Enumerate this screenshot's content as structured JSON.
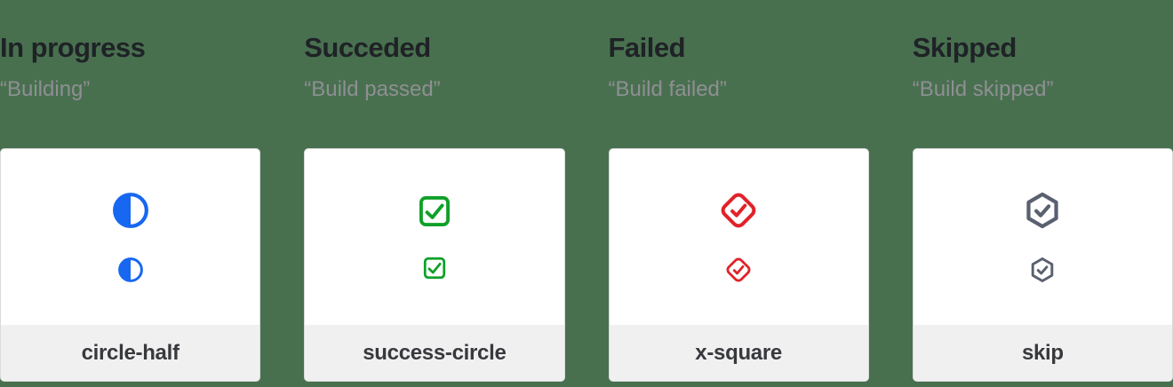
{
  "page": {
    "background_color": "#48704F",
    "card_background": "#FFFFFF",
    "card_border_color": "#DBDBDB",
    "footer_background": "#F0F0F1"
  },
  "columns": [
    {
      "title": "In progress",
      "quote": "“Building”",
      "icon": "circle-half-icon",
      "label": "circle-half",
      "color": "#1767F0"
    },
    {
      "title": "Succeded",
      "quote": "“Build passed”",
      "icon": "check-square-icon",
      "label": "success-circle",
      "color": "#0FA028"
    },
    {
      "title": "Failed",
      "quote": "“Build failed”",
      "icon": "diamond-check-icon",
      "label": "x-square",
      "color": "#E0232A"
    },
    {
      "title": "Skipped",
      "quote": "“Build skipped”",
      "icon": "hexagon-check-icon",
      "label": "skip",
      "color": "#5A6070"
    }
  ]
}
